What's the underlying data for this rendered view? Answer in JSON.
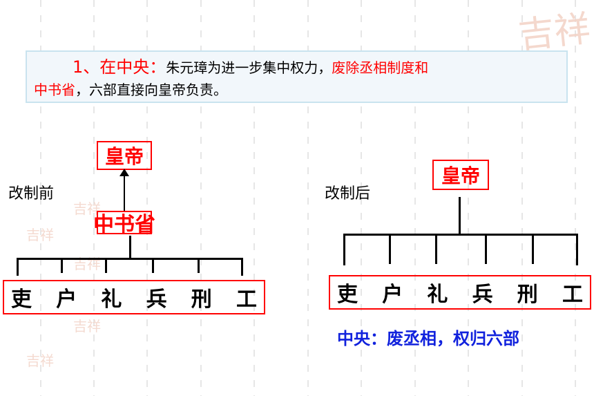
{
  "intro": {
    "number": "1、",
    "heading": "在中央：",
    "text1": "朱元璋为进一步集中权力，",
    "highlight1": "废除丞相制度和",
    "highlight2": "中书省",
    "text2": "，六部直接向皇帝负责。"
  },
  "before": {
    "label": "改制前",
    "emperor": "皇帝",
    "secretariat": "中书省",
    "departments": [
      "吏",
      "户",
      "礼",
      "兵",
      "刑",
      "工"
    ]
  },
  "after": {
    "label": "改制后",
    "emperor": "皇帝",
    "departments": [
      "吏",
      "户",
      "礼",
      "兵",
      "刑",
      "工"
    ],
    "summary": "中央：废丞相，权归六部"
  },
  "watermark": {
    "text": "吉祥"
  },
  "colors": {
    "highlight": "#ff0000",
    "summary": "#1122dd",
    "box_border": "#ff0000"
  }
}
